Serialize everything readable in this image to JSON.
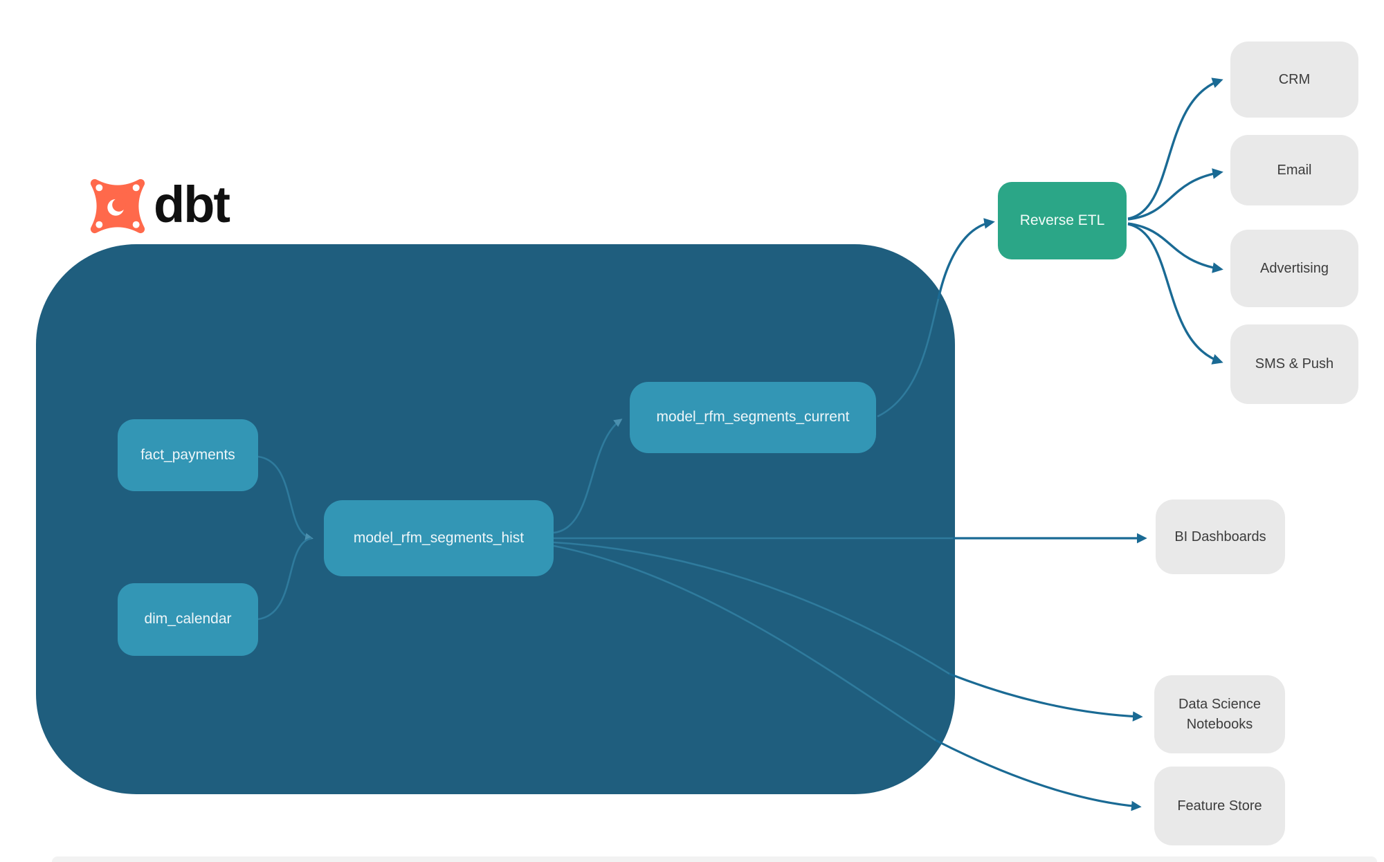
{
  "logo": {
    "brand": "dbt",
    "icon": "dbt-star-icon"
  },
  "nodes": {
    "fact_payments": {
      "label": "fact_payments",
      "type": "source-model"
    },
    "dim_calendar": {
      "label": "dim_calendar",
      "type": "source-model"
    },
    "model_rfm_segments_hist": {
      "label": "model_rfm_segments_hist",
      "type": "model"
    },
    "model_rfm_segments_current": {
      "label": "model_rfm_segments_current",
      "type": "model"
    },
    "reverse_etl": {
      "label": "Reverse ETL",
      "type": "process"
    },
    "crm": {
      "label": "CRM",
      "type": "destination"
    },
    "email": {
      "label": "Email",
      "type": "destination"
    },
    "advertising": {
      "label": "Advertising",
      "type": "destination"
    },
    "sms_push": {
      "label": "SMS & Push",
      "type": "destination"
    },
    "bi_dashboards": {
      "label": "BI Dashboards",
      "type": "destination"
    },
    "data_science_notebooks": {
      "label": "Data Science Notebooks",
      "type": "destination"
    },
    "feature_store": {
      "label": "Feature Store",
      "type": "destination"
    }
  },
  "edges": [
    {
      "from": "fact_payments",
      "to": "model_rfm_segments_hist"
    },
    {
      "from": "dim_calendar",
      "to": "model_rfm_segments_hist"
    },
    {
      "from": "model_rfm_segments_hist",
      "to": "model_rfm_segments_current"
    },
    {
      "from": "model_rfm_segments_current",
      "to": "reverse_etl"
    },
    {
      "from": "reverse_etl",
      "to": "crm"
    },
    {
      "from": "reverse_etl",
      "to": "email"
    },
    {
      "from": "reverse_etl",
      "to": "advertising"
    },
    {
      "from": "reverse_etl",
      "to": "sms_push"
    },
    {
      "from": "model_rfm_segments_hist",
      "to": "bi_dashboards"
    },
    {
      "from": "model_rfm_segments_hist",
      "to": "data_science_notebooks"
    },
    {
      "from": "model_rfm_segments_hist",
      "to": "feature_store"
    }
  ],
  "colors": {
    "warehouse_bg": "#1f5e7e",
    "model_node": "#3396b5",
    "reverse_etl_node": "#2ba687",
    "destination_node": "#e9e9e9",
    "edge_inside": "#2f7b9d",
    "edge_outside": "#1a6a94",
    "logo_orange": "#ff694b",
    "canvas": "#ffffff"
  }
}
